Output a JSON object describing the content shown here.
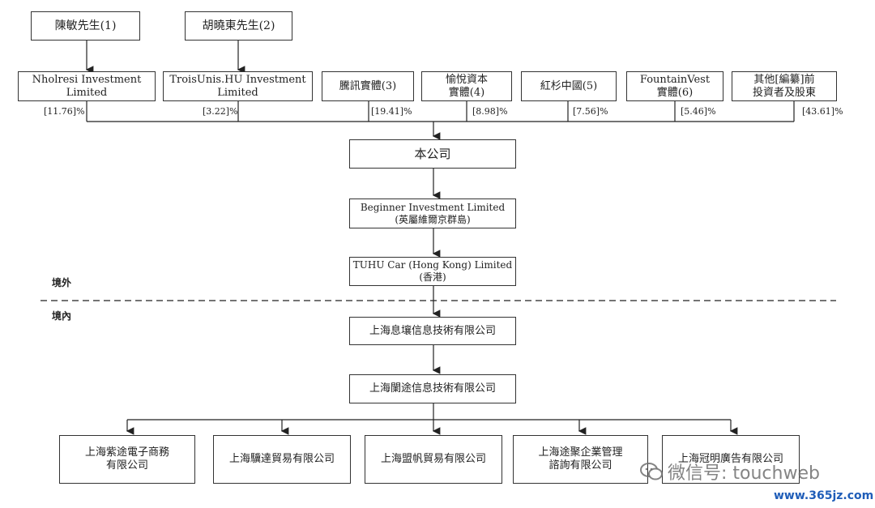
{
  "founders": {
    "chen": "陳敏先生(1)",
    "hu": "胡曉東先生(2)"
  },
  "shareholders": [
    {
      "line1": "Nholresi Investment",
      "line2": "Limited",
      "pct": "[11.76]%"
    },
    {
      "line1": "TroisUnis.HU Investment",
      "line2": "Limited",
      "pct": "[3.22]%"
    },
    {
      "line1": "騰訊實體(3)",
      "line2": "",
      "pct": "[19.41]%"
    },
    {
      "line1": "愉悅資本",
      "line2": "實體(4)",
      "pct": "[8.98]%"
    },
    {
      "line1": "紅杉中國(5)",
      "line2": "",
      "pct": "[7.56]%"
    },
    {
      "line1": "FountainVest",
      "line2": "實體(6)",
      "pct": "[5.46]%"
    },
    {
      "line1": "其他[編纂]前",
      "line2": "投資者及股東",
      "pct": "[43.61]%"
    }
  ],
  "company": "本公司",
  "beginner": {
    "line1": "Beginner Investment Limited",
    "line2": "(英屬維爾京群島)"
  },
  "tuhu_hk": {
    "line1": "TUHU Car (Hong Kong) Limited",
    "line2": "(香港)"
  },
  "regions": {
    "offshore": "境外",
    "onshore": "境內"
  },
  "xirang": "上海息壤信息技術有限公司",
  "lantu": "上海闌途信息技術有限公司",
  "subsidiaries": [
    {
      "line1": "上海紫途電子商務",
      "line2": "有限公司"
    },
    {
      "line1": "上海驥達貿易有限公司",
      "line2": ""
    },
    {
      "line1": "上海盟帆貿易有限公司",
      "line2": ""
    },
    {
      "line1": "上海途聚企業管理",
      "line2": "諮詢有限公司"
    },
    {
      "line1": "上海冠明廣告有限公司",
      "line2": ""
    }
  ],
  "watermark": {
    "wechat": "微信号: touchweb",
    "site": "www.365jz.com"
  }
}
